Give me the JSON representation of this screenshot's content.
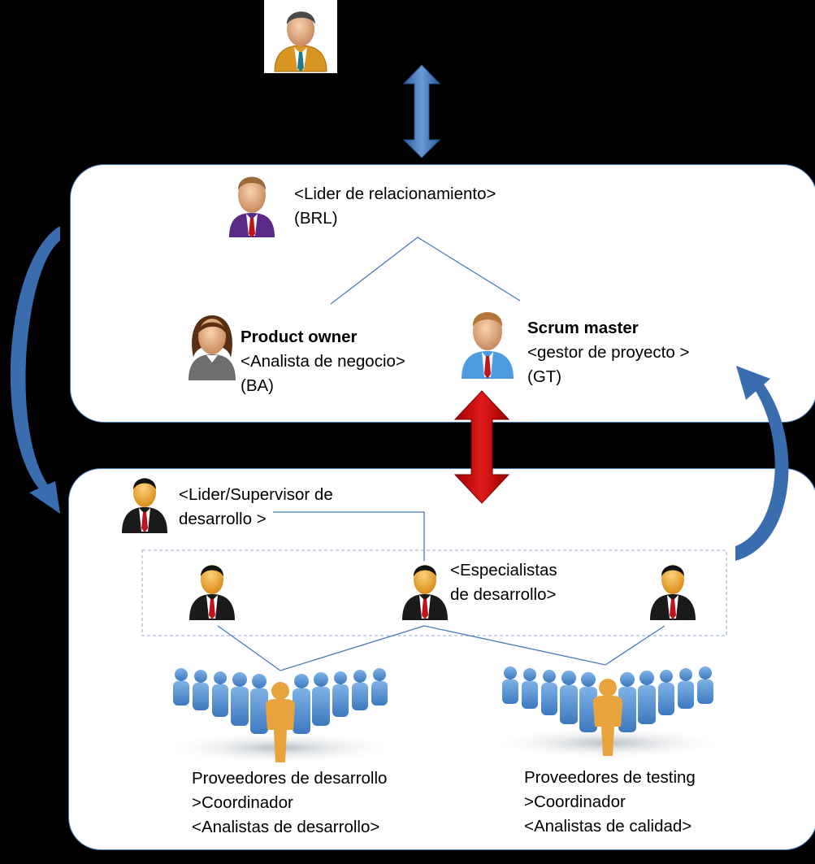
{
  "top_group": {
    "brl": {
      "line1": "<Lider de relacionamiento>",
      "line2": "(BRL)"
    },
    "product_owner": {
      "title": "Product owner",
      "line2": "<Analista de negocio>",
      "line3": "(BA)"
    },
    "scrum_master": {
      "title": "Scrum master",
      "line2": "<gestor de proyecto >",
      "line3": "(GT)"
    }
  },
  "bottom_group": {
    "supervisor": {
      "line1": "<Lider/Supervisor de",
      "line2": "desarrollo >"
    },
    "specialists": {
      "line1": "<Especialistas",
      "line2": "de desarrollo>"
    },
    "dev_providers": {
      "line1": "Proveedores de desarrollo",
      "line2": ">Coordinador",
      "line3": "<Analistas de desarrollo>"
    },
    "test_providers": {
      "line1": "Proveedores de testing",
      "line2": ">Coordinador",
      "line3": "<Analistas de calidad>"
    }
  },
  "colors": {
    "panel_border": "#4a7ab7",
    "connector": "#4a7ab7",
    "arrow_blue": "#3b6fb6",
    "arrow_red": "#c00000",
    "crowd_blue": "#5b9bd5",
    "crowd_lead": "#e8a33c"
  },
  "icons": [
    "executive-icon",
    "person-purple-icon",
    "woman-icon",
    "person-blue-icon",
    "businessman-icon",
    "crowd-icon"
  ]
}
